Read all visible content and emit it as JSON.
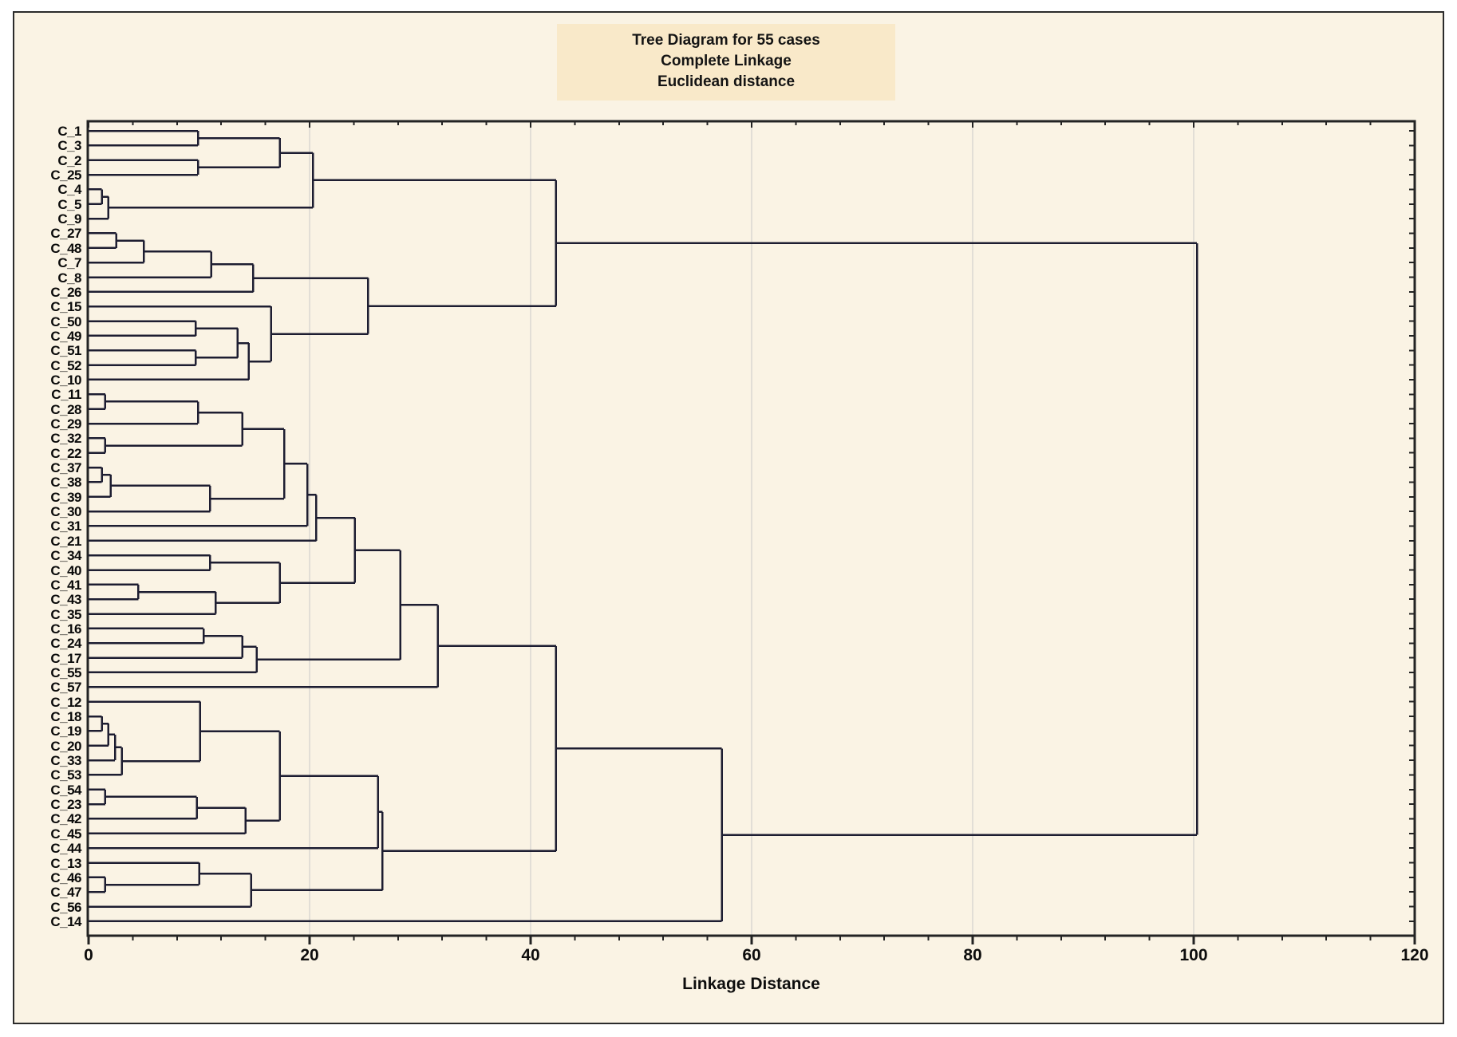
{
  "chart_data": {
    "type": "dendrogram",
    "title_lines": [
      "Tree Diagram for 55 cases",
      "Complete Linkage",
      "Euclidean distance"
    ],
    "xlabel": "Linkage Distance",
    "x_ticks": [
      0,
      20,
      40,
      60,
      80,
      100,
      120
    ],
    "x_minor_step": 4,
    "gridline_values": [
      20,
      40,
      60,
      80,
      100
    ],
    "xlim": [
      0,
      120
    ],
    "grid_on": true,
    "linkage_method": "Complete Linkage",
    "distance_metric": "Euclidean distance",
    "n_cases": 55,
    "leaves": [
      "C_1",
      "C_3",
      "C_2",
      "C_25",
      "C_4",
      "C_5",
      "C_9",
      "C_27",
      "C_48",
      "C_7",
      "C_8",
      "C_26",
      "C_15",
      "C_50",
      "C_49",
      "C_51",
      "C_52",
      "C_10",
      "C_11",
      "C_28",
      "C_29",
      "C_32",
      "C_22",
      "C_37",
      "C_38",
      "C_39",
      "C_30",
      "C_31",
      "C_21",
      "C_34",
      "C_40",
      "C_41",
      "C_43",
      "C_35",
      "C_16",
      "C_24",
      "C_17",
      "C_55",
      "C_57",
      "C_12",
      "C_18",
      "C_19",
      "C_20",
      "C_33",
      "C_53",
      "C_54",
      "C_23",
      "C_42",
      "C_45",
      "C_44",
      "C_13",
      "C_46",
      "C_47",
      "C_56",
      "C_14"
    ],
    "merges": [
      {
        "a": "C_1",
        "b": "C_3",
        "d": 9.9
      },
      {
        "a": "C_2",
        "b": "C_25",
        "d": 9.9
      },
      {
        "a": "m0",
        "b": "m1",
        "d": 17.3
      },
      {
        "a": "C_4",
        "b": "C_5",
        "d": 1.2
      },
      {
        "a": "m3",
        "b": "C_9",
        "d": 1.8
      },
      {
        "a": "m2",
        "b": "m4",
        "d": 20.3
      },
      {
        "a": "C_27",
        "b": "C_48",
        "d": 2.5
      },
      {
        "a": "m6",
        "b": "C_7",
        "d": 5.0
      },
      {
        "a": "m7",
        "b": "C_8",
        "d": 11.1
      },
      {
        "a": "m8",
        "b": "C_26",
        "d": 14.9
      },
      {
        "a": "C_50",
        "b": "C_49",
        "d": 9.7
      },
      {
        "a": "C_51",
        "b": "C_52",
        "d": 9.7
      },
      {
        "a": "m10",
        "b": "m11",
        "d": 13.5
      },
      {
        "a": "m12",
        "b": "C_10",
        "d": 14.5
      },
      {
        "a": "C_15",
        "b": "m13",
        "d": 16.5
      },
      {
        "a": "m9",
        "b": "m14",
        "d": 25.3
      },
      {
        "a": "m5",
        "b": "m15",
        "d": 42.3
      },
      {
        "a": "C_11",
        "b": "C_28",
        "d": 1.5
      },
      {
        "a": "m17",
        "b": "C_29",
        "d": 9.9
      },
      {
        "a": "C_32",
        "b": "C_22",
        "d": 1.5
      },
      {
        "a": "m18",
        "b": "m19",
        "d": 13.9
      },
      {
        "a": "C_37",
        "b": "C_38",
        "d": 1.2
      },
      {
        "a": "m21",
        "b": "C_39",
        "d": 2.0
      },
      {
        "a": "m22",
        "b": "C_30",
        "d": 11.0
      },
      {
        "a": "m20",
        "b": "m23",
        "d": 17.7
      },
      {
        "a": "m24",
        "b": "C_31",
        "d": 19.8
      },
      {
        "a": "m25",
        "b": "C_21",
        "d": 20.6
      },
      {
        "a": "C_34",
        "b": "C_40",
        "d": 11.0
      },
      {
        "a": "C_41",
        "b": "C_43",
        "d": 4.5
      },
      {
        "a": "m28",
        "b": "C_35",
        "d": 11.5
      },
      {
        "a": "m27",
        "b": "m29",
        "d": 17.3
      },
      {
        "a": "m26",
        "b": "m30",
        "d": 24.1
      },
      {
        "a": "C_16",
        "b": "C_24",
        "d": 10.4
      },
      {
        "a": "m32",
        "b": "C_17",
        "d": 13.9
      },
      {
        "a": "m33",
        "b": "C_55",
        "d": 15.2
      },
      {
        "a": "m31",
        "b": "m34",
        "d": 28.2
      },
      {
        "a": "m35",
        "b": "C_57",
        "d": 31.6
      },
      {
        "a": "C_18",
        "b": "C_19",
        "d": 1.2
      },
      {
        "a": "m37",
        "b": "C_20",
        "d": 1.8
      },
      {
        "a": "m38",
        "b": "C_33",
        "d": 2.4
      },
      {
        "a": "m39",
        "b": "C_53",
        "d": 3.0
      },
      {
        "a": "C_12",
        "b": "m40",
        "d": 10.1
      },
      {
        "a": "C_54",
        "b": "C_23",
        "d": 1.5
      },
      {
        "a": "m42",
        "b": "C_42",
        "d": 9.8
      },
      {
        "a": "m43",
        "b": "C_45",
        "d": 14.2
      },
      {
        "a": "m41",
        "b": "m44",
        "d": 17.3
      },
      {
        "a": "m45",
        "b": "C_44",
        "d": 26.2
      },
      {
        "a": "C_46",
        "b": "C_47",
        "d": 1.5
      },
      {
        "a": "C_13",
        "b": "m47",
        "d": 10.0
      },
      {
        "a": "m48",
        "b": "C_56",
        "d": 14.7
      },
      {
        "a": "m46",
        "b": "m49",
        "d": 26.6
      },
      {
        "a": "m36",
        "b": "m50",
        "d": 42.3
      },
      {
        "a": "m51",
        "b": "C_14",
        "d": 57.3
      },
      {
        "a": "m16",
        "b": "m52",
        "d": 100.3
      }
    ]
  },
  "colors": {
    "figure_background": "#faf3e4",
    "title_background": "#f9e9c9",
    "plot_background": "#ffffff",
    "dendrogram_line": "#1d1d31",
    "frame_line": "#232323",
    "gridline": "#c9c9c9",
    "text": "#0d0d0d"
  }
}
